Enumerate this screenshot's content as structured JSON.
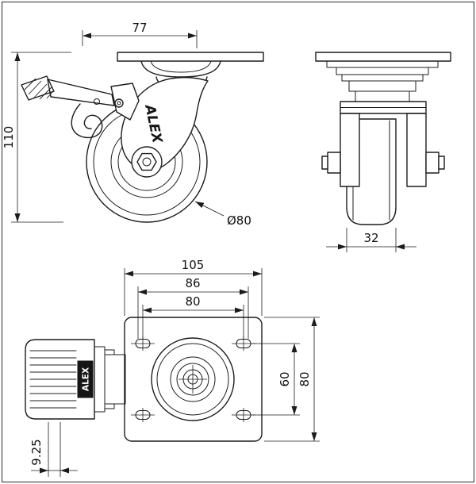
{
  "colors": {
    "background": "#ffffff",
    "line": "#1c1c1c",
    "badge_bg": "#161616",
    "badge_text": "#ffffff"
  },
  "drawing": {
    "side_view": {
      "dim_offset": "77",
      "dim_height": "110",
      "dim_wheel_diameter": "Ø80",
      "brand": "ALEX"
    },
    "front_view": {
      "dim_wheel_width": "32"
    },
    "top_view": {
      "dim_plate_length": "105",
      "dim_bolt_span_max": "86",
      "dim_bolt_span_min": "80",
      "dim_bolt_span_side": "60",
      "dim_plate_width": "80",
      "dim_pedal_offset": "9.25",
      "brand": "ALEX"
    }
  }
}
